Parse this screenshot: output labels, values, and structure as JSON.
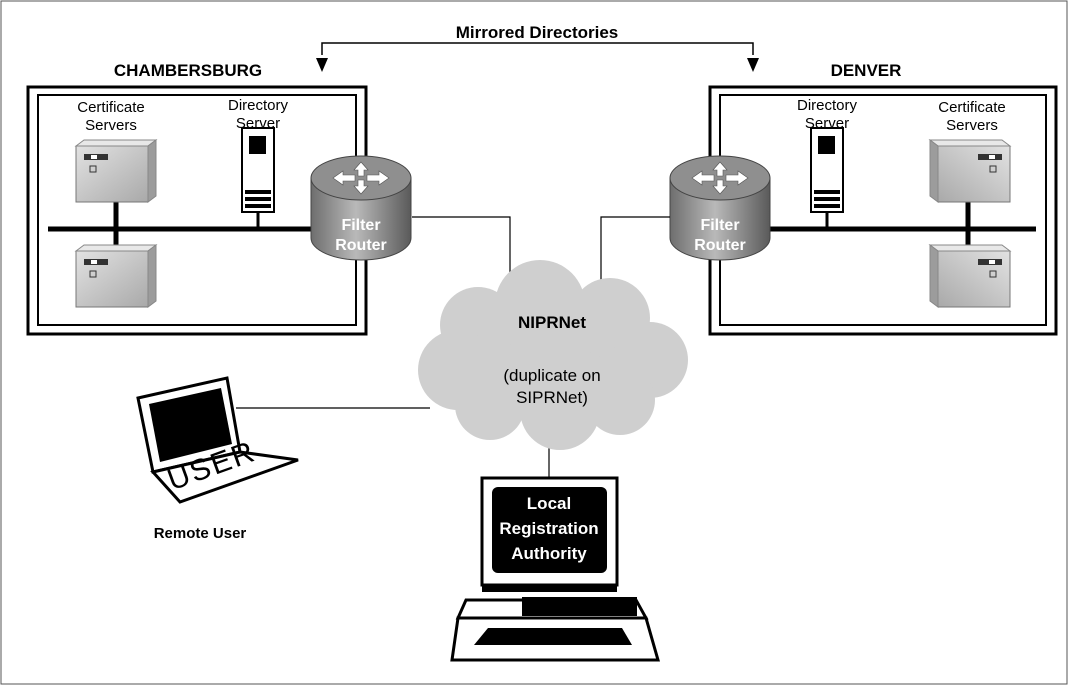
{
  "diagram": {
    "mirrored_label": "Mirrored Directories",
    "left_site": {
      "name": "CHAMBERSBURG",
      "cert_servers_line1": "Certificate",
      "cert_servers_line2": "Servers",
      "dir_server_line1": "Directory",
      "dir_server_line2": "Server",
      "router_line1": "Filter",
      "router_line2": "Router"
    },
    "right_site": {
      "name": "DENVER",
      "cert_servers_line1": "Certificate",
      "cert_servers_line2": "Servers",
      "dir_server_line1": "Directory",
      "dir_server_line2": "Server",
      "router_line1": "Filter",
      "router_line2": "Router"
    },
    "cloud": {
      "title": "NIPRNet",
      "note_line1": "(duplicate on",
      "note_line2": "SIPRNet)"
    },
    "laptop_screen_text": "USER",
    "remote_user_label": "Remote User",
    "lra": {
      "line1": "Local",
      "line2": "Registration",
      "line3": "Authority"
    },
    "colors": {
      "router_body": "#9a9a9a",
      "cloud": "#cfcfcf",
      "server_body": "#c8c8c8"
    }
  }
}
